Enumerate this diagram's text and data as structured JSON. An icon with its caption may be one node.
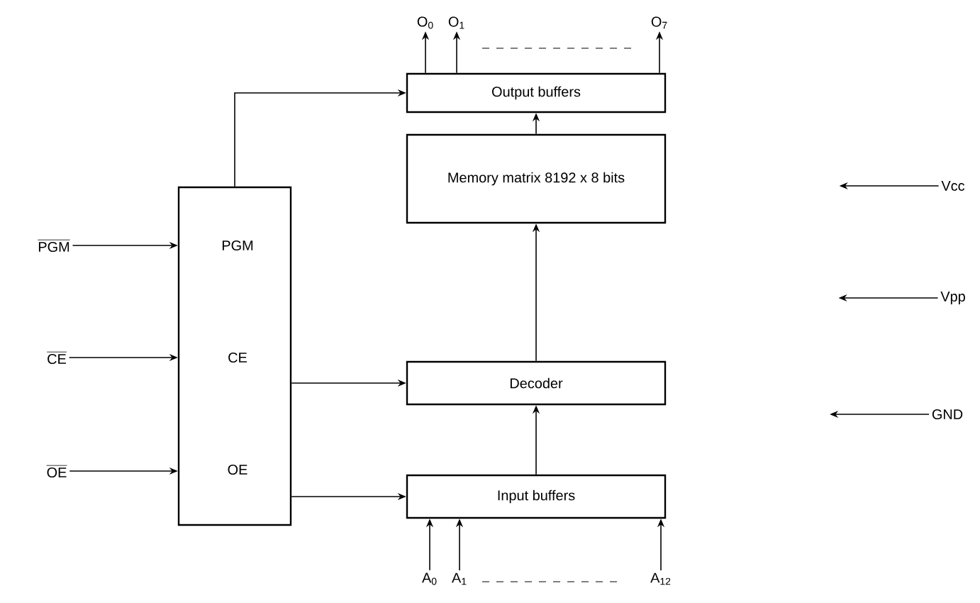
{
  "diagram": {
    "nodes": [
      {
        "text": [
          "PGM",
          "CE",
          "OE"
        ]
      },
      {
        "text": [
          "Output buffers"
        ]
      },
      {
        "text": [
          "Memory matrix 8192 x 8 bits"
        ]
      },
      {
        "text": [
          "Decoder"
        ]
      },
      {
        "text": [
          "Input buffers"
        ]
      },
      {
        "text": [
          "PGM"
        ]
      },
      {
        "text": [
          "CE"
        ]
      },
      {
        "text": [
          "OE"
        ]
      },
      {
        "text": [
          "O$_{0}$"
        ]
      },
      {
        "text": [
          "O$_{1}$"
        ]
      },
      {
        "text": [
          "O$_{7}$"
        ]
      },
      {
        "text": [
          "A$_{0}$"
        ]
      },
      {
        "text": [
          "A$_{1}$"
        ]
      },
      {
        "text": [
          "A$_{12}$"
        ]
      },
      {
        "text": [
          "Vcc"
        ]
      },
      {
        "text": [
          "Vpp"
        ]
      },
      {
        "text": [
          "GND"
        ]
      }
    ],
    "edges": [
      {
        "from": 5,
        "to": 0,
        "arrow": "to"
      },
      {
        "from": 6,
        "to": 0,
        "arrow": "to"
      },
      {
        "from": 7,
        "to": 0,
        "arrow": "to"
      },
      {
        "from": 0,
        "to": 1,
        "arrow": "to"
      },
      {
        "from": 0,
        "to": 3,
        "arrow": "to"
      },
      {
        "from": 0,
        "to": 4,
        "arrow": "to"
      },
      {
        "from": 4,
        "to": 3,
        "arrow": "to"
      },
      {
        "from": 3,
        "to": 2,
        "arrow": "to"
      },
      {
        "from": 2,
        "to": 1,
        "arrow": "to"
      },
      {
        "from": 1,
        "to": 8,
        "arrow": "to"
      },
      {
        "from": 1,
        "to": 9,
        "arrow": "to"
      },
      {
        "from": 1,
        "to": 10,
        "arrow": "to"
      },
      {
        "from": 11,
        "to": 4,
        "arrow": "to"
      },
      {
        "from": 12,
        "to": 4,
        "arrow": "to"
      },
      {
        "from": 13,
        "to": 4,
        "arrow": "to"
      },
      {
        "from": 14,
        "to": null,
        "arrow": "to"
      },
      {
        "from": 15,
        "to": null,
        "arrow": "to"
      },
      {
        "from": 16,
        "to": null,
        "arrow": "to"
      }
    ]
  }
}
